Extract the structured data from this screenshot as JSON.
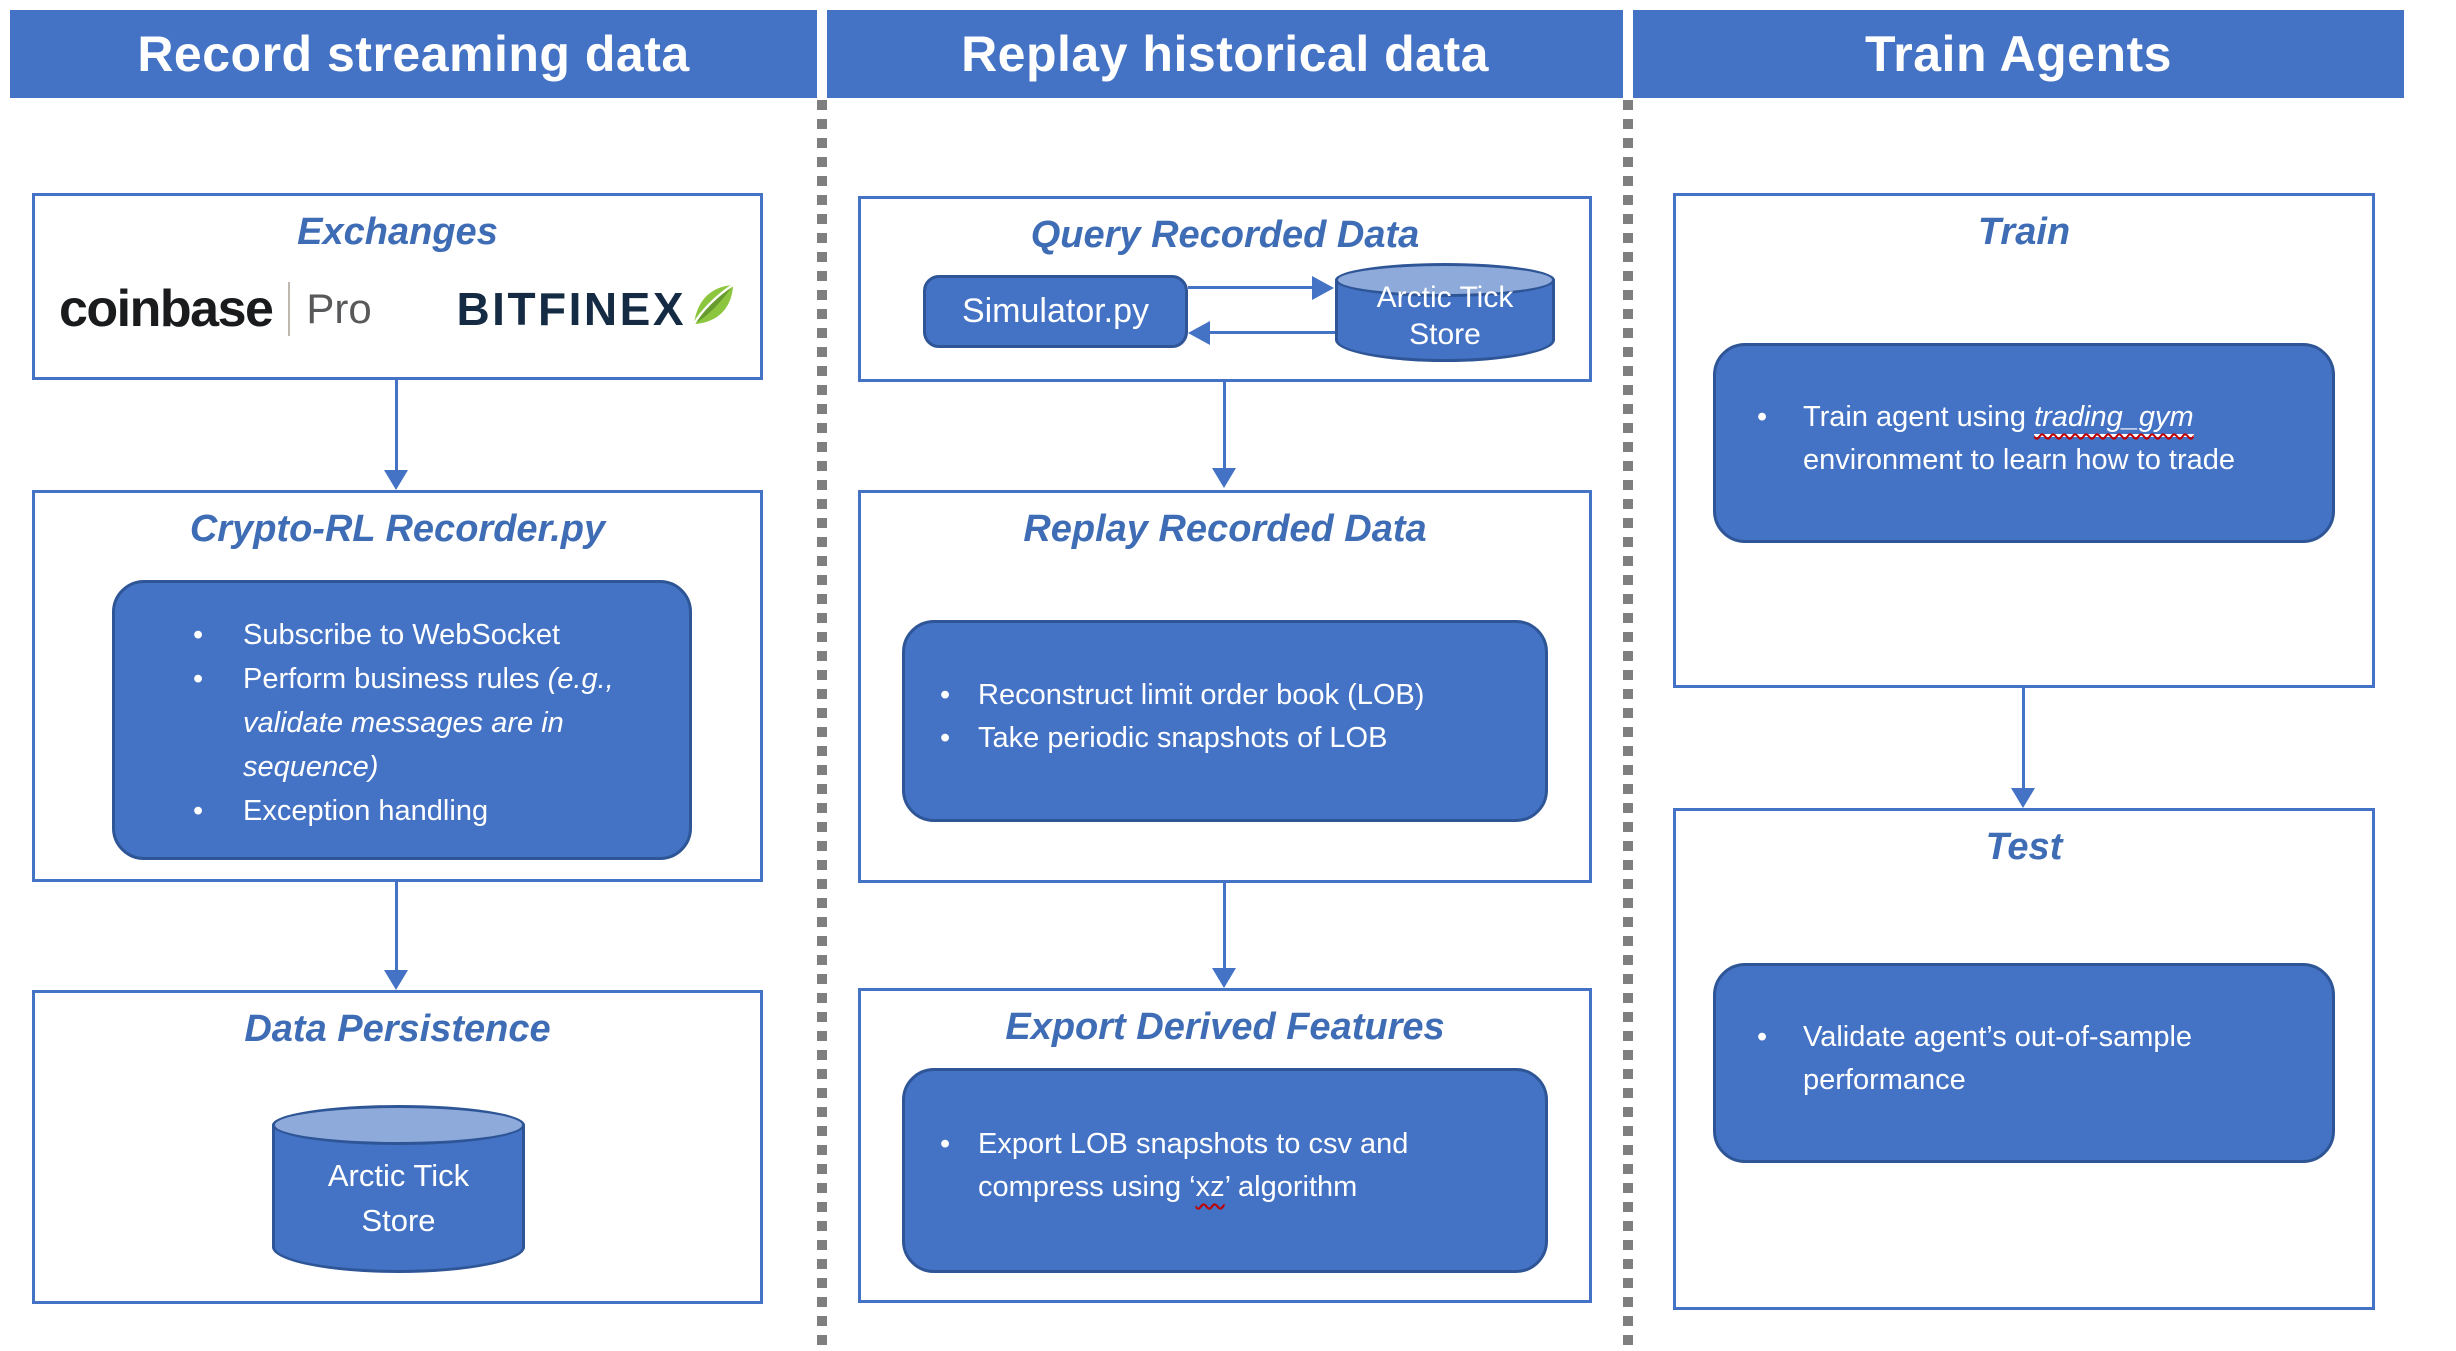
{
  "colors": {
    "accent": "#4472C4",
    "accent_dark": "#2E5596",
    "cylinder_top": "#8EAADB",
    "dash_gray": "#7F7F7F",
    "squiggle_red": "#C00000",
    "heading_blue": "#3E6CB5",
    "coinbase_black": "#1A1B1D",
    "pro_gray": "#58595B",
    "bitfinex_navy": "#152B43",
    "leaf_green_light": "#8CC63E",
    "leaf_green_dark": "#679A2F"
  },
  "headers": {
    "record": "Record streaming data",
    "replay": "Replay historical data",
    "train": "Train Agents"
  },
  "col1": {
    "exchanges": {
      "title": "Exchanges",
      "coinbase": "coinbase",
      "pro": "Pro",
      "bitfinex": "BITFINEX",
      "leaf_icon": "bitfinex-leaf"
    },
    "recorder": {
      "title": "Crypto-RL Recorder.py",
      "b1": "Subscribe to WebSocket",
      "b2a": "Perform business rules ",
      "b2b": "(e.g.,",
      "b2c": "validate messages are in",
      "b2d": "sequence)",
      "b3": "Exception handling"
    },
    "persistence": {
      "title": "Data Persistence",
      "cyl1": "Arctic Tick",
      "cyl2": "Store"
    }
  },
  "col2": {
    "query": {
      "title": "Query Recorded Data",
      "simulator": "Simulator.py",
      "cyl1": "Arctic Tick",
      "cyl2": "Store"
    },
    "replay": {
      "title": "Replay Recorded Data",
      "b1": "Reconstruct limit order book (LOB)",
      "b2": "Take periodic snapshots of LOB"
    },
    "export": {
      "title": "Export Derived Features",
      "b1": "Export LOB snapshots to csv and",
      "b2a": "compress using ‘",
      "b2b": "xz",
      "b2c": "’ algorithm"
    }
  },
  "col3": {
    "train": {
      "title": "Train",
      "b1a": "Train agent using ",
      "b1b": "trading_gym",
      "b2": "environment to learn how to trade"
    },
    "test": {
      "title": "Test",
      "b1": "Validate agent’s out-of-sample",
      "b2": "performance"
    }
  }
}
